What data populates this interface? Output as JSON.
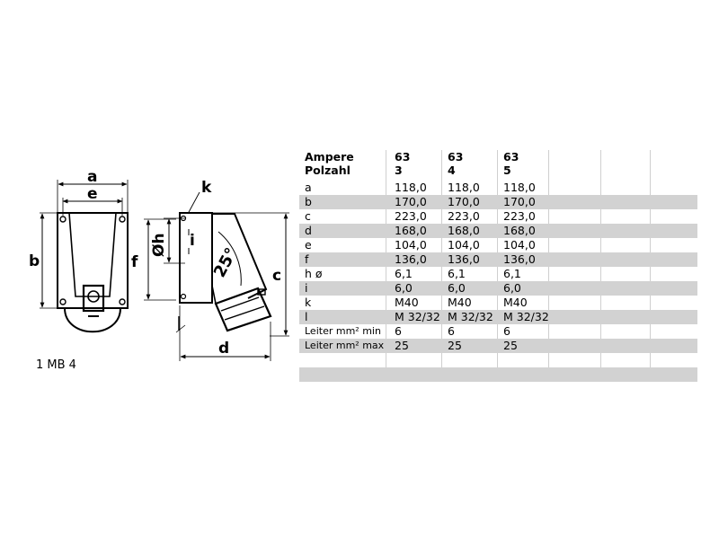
{
  "drawing": {
    "dim_labels": {
      "a": "a",
      "e": "e",
      "b": "b",
      "k": "k",
      "oh": "Øh",
      "i": "i",
      "f": "f",
      "c": "c",
      "d": "d",
      "angle": "25°"
    },
    "caption": "1 MB 4"
  },
  "table": {
    "header": [
      [
        "Ampere",
        "63",
        "63",
        "63"
      ],
      [
        "Polzahl",
        "3",
        "4",
        "5"
      ]
    ],
    "rows": [
      {
        "label": "a",
        "values": [
          "118,0",
          "118,0",
          "118,0"
        ]
      },
      {
        "label": "b",
        "values": [
          "170,0",
          "170,0",
          "170,0"
        ]
      },
      {
        "label": "c",
        "values": [
          "223,0",
          "223,0",
          "223,0"
        ]
      },
      {
        "label": "d",
        "values": [
          "168,0",
          "168,0",
          "168,0"
        ]
      },
      {
        "label": "e",
        "values": [
          "104,0",
          "104,0",
          "104,0"
        ]
      },
      {
        "label": "f",
        "values": [
          "136,0",
          "136,0",
          "136,0"
        ]
      },
      {
        "label": "h ø",
        "values": [
          "6,1",
          "6,1",
          "6,1"
        ]
      },
      {
        "label": "i",
        "values": [
          "6,0",
          "6,0",
          "6,0"
        ]
      },
      {
        "label": "k",
        "values": [
          "M40",
          "M40",
          "M40"
        ]
      },
      {
        "label": "l",
        "values": [
          "M 32/32",
          "M 32/32",
          "M 32/32"
        ]
      },
      {
        "label": "Leiter mm² min",
        "values": [
          "6",
          "6",
          "6"
        ]
      },
      {
        "label": "Leiter mm² max",
        "values": [
          "25",
          "25",
          "25"
        ]
      }
    ]
  }
}
